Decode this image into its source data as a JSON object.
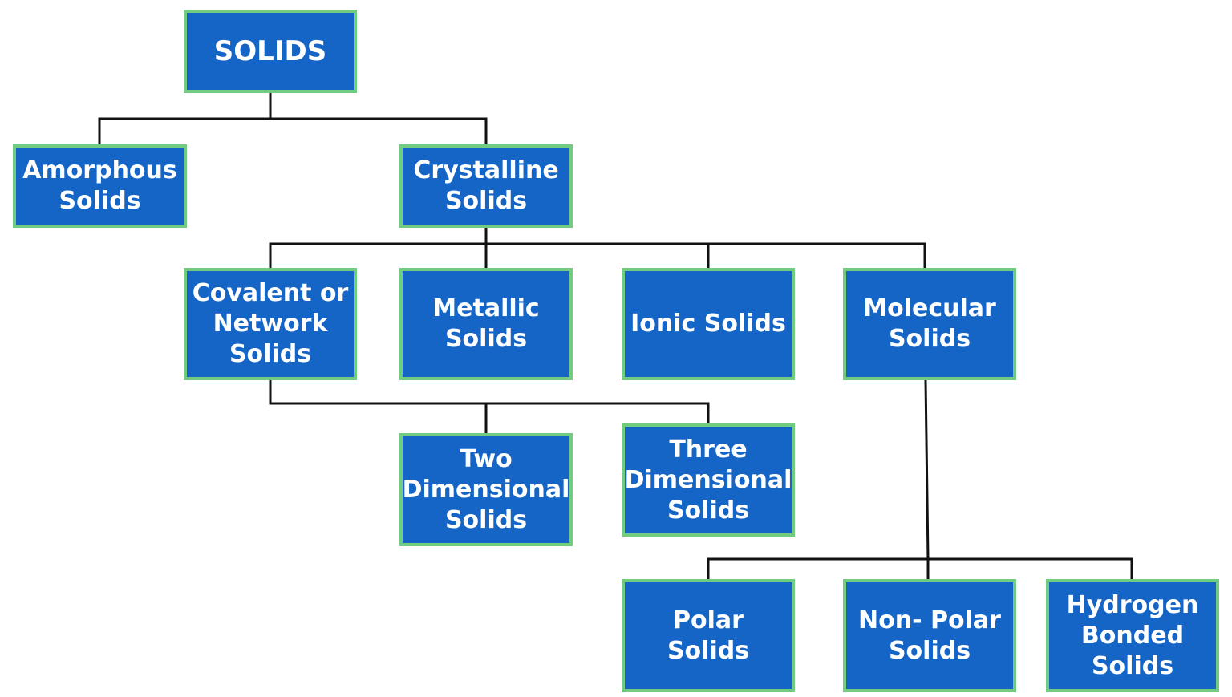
{
  "colors": {
    "box_fill": "#1565c7",
    "box_border": "#72cc80",
    "box_text": "#ffffff",
    "connector": "#111111"
  },
  "nodes": {
    "solids": "SOLIDS",
    "amorphous": "Amorphous Solids",
    "crystalline": "Crystalline Solids",
    "covalent": "Covalent or Network Solids",
    "metallic": "Metallic Solids",
    "ionic": "Ionic Solids",
    "molecular": "Molecular Solids",
    "two_d": "Two Dimensional Solids",
    "three_d": "Three Dimensional Solids",
    "polar": "Polar Solids",
    "nonpolar": "Non- Polar Solids",
    "hbond": "Hydrogen Bonded Solids"
  }
}
